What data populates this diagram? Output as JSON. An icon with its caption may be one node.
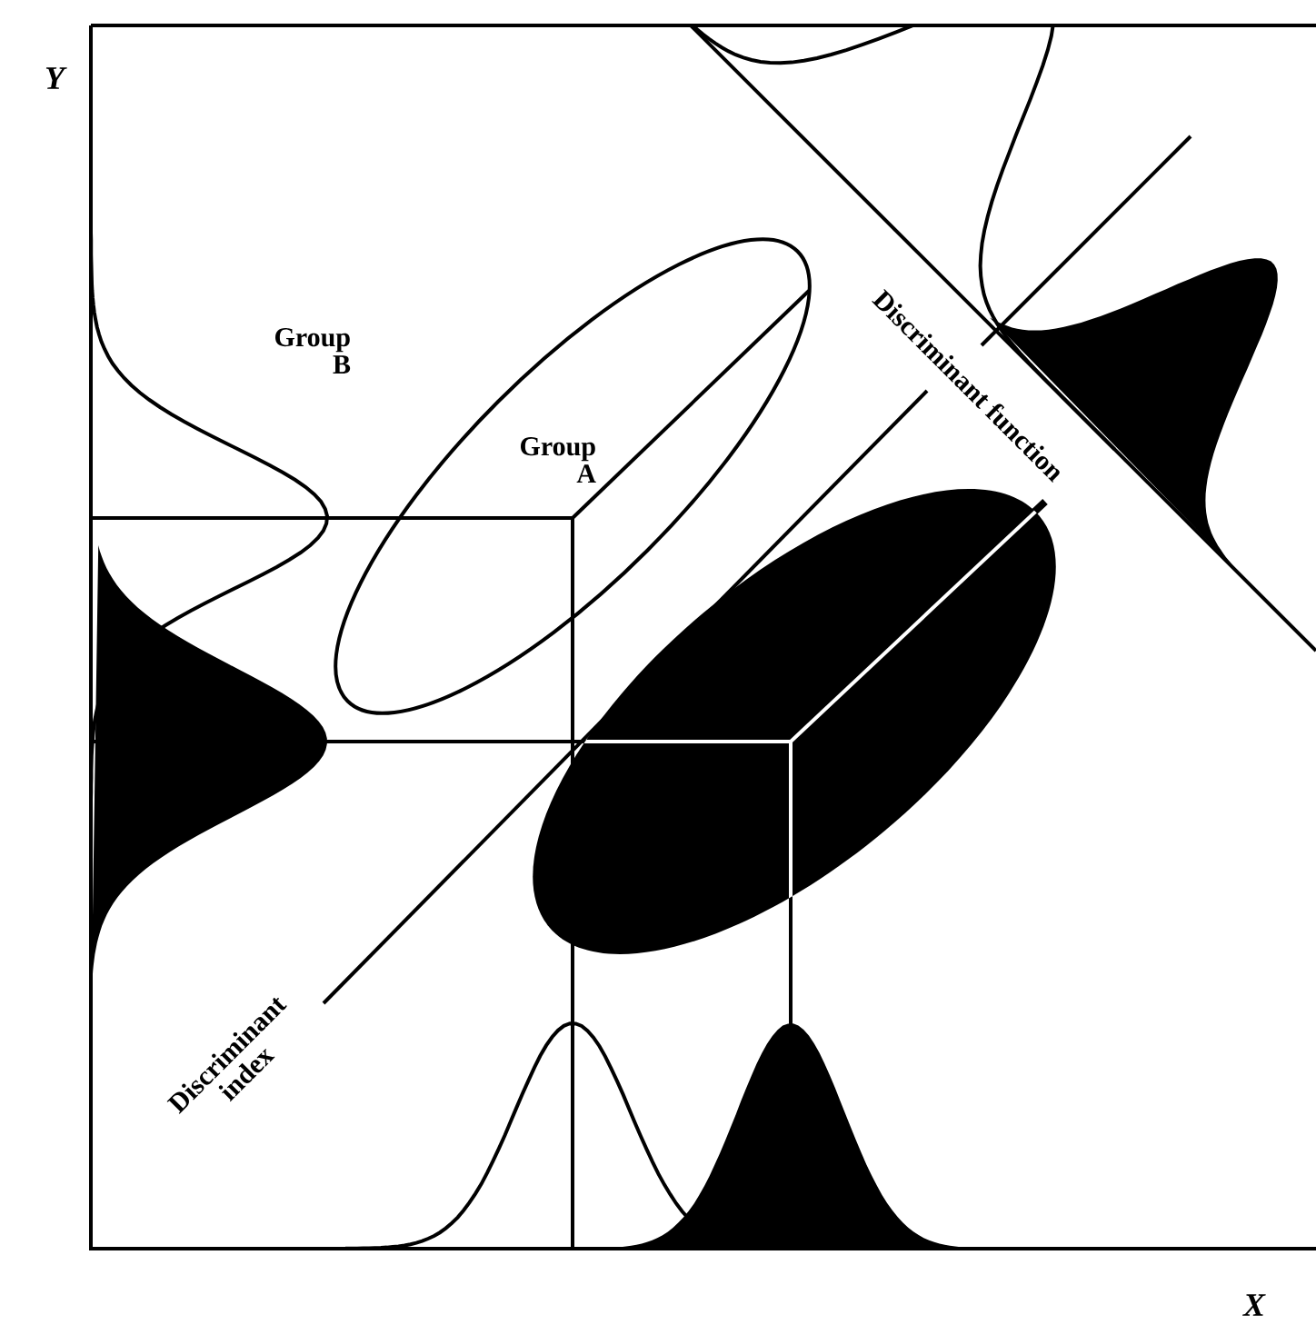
{
  "diagram": {
    "labels": [
      "Y",
      "Group B",
      "Group A",
      "Discriminant function",
      "Discriminant index",
      "X"
    ]
  }
}
